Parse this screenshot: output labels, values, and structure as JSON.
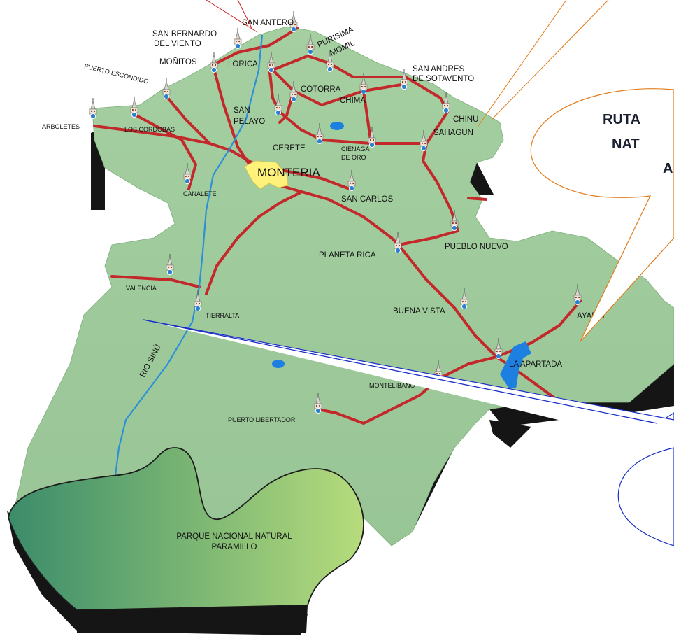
{
  "colors": {
    "land": "#9ec99b",
    "land_light": "#b2d8ad",
    "shadow": "#111111",
    "road": "#c3292b",
    "river": "#2c8fd8",
    "lake": "#1d7fe0",
    "capital": "#fff27a",
    "park_start": "#3b8c6a",
    "park_end": "#b6dc7c",
    "callout_orange": "#e07b1a",
    "callout_blue": "#1a2ec8",
    "callout_red": "#d11b1b"
  },
  "map": {
    "capital_label": "MONTERIA",
    "river_label": "RIO SINÚ",
    "park_label_line1": "PARQUE NACIONAL NATURAL",
    "park_label_line2": "PARAMILLO",
    "towns": [
      {
        "name": "SAN ANTERO"
      },
      {
        "name": "SAN BERNARDO"
      },
      {
        "name": "DEL VIENTO"
      },
      {
        "name": "PURISIMA"
      },
      {
        "name": "MOMIL"
      },
      {
        "name": "MOÑITOS"
      },
      {
        "name": "LORICA"
      },
      {
        "name": "PUERTO ESCONDIDO"
      },
      {
        "name": "SAN ANDRES"
      },
      {
        "name": "DE SOTAVENTO"
      },
      {
        "name": "COTORRA"
      },
      {
        "name": "CHIMA"
      },
      {
        "name": "SAN"
      },
      {
        "name": "PELAYO"
      },
      {
        "name": "CHINU"
      },
      {
        "name": "ARBOLETES"
      },
      {
        "name": "LOS CORDOBAS"
      },
      {
        "name": "CERETE"
      },
      {
        "name": "CIENAGA"
      },
      {
        "name": "DE ORO"
      },
      {
        "name": "SAHAGUN"
      },
      {
        "name": "CANALETE"
      },
      {
        "name": "SAN CARLOS"
      },
      {
        "name": "PLANETA RICA"
      },
      {
        "name": "PUEBLO NUEVO"
      },
      {
        "name": "VALENCIA"
      },
      {
        "name": "TIERRALTA"
      },
      {
        "name": "BUENA VISTA"
      },
      {
        "name": "AYAPEL"
      },
      {
        "name": "LA APARTADA"
      },
      {
        "name": "MONTELIBANO"
      },
      {
        "name": "PUERTO LIBERTADOR"
      }
    ]
  },
  "callout": {
    "line1": "RUTA",
    "line2": "NAT",
    "line3": "A"
  }
}
